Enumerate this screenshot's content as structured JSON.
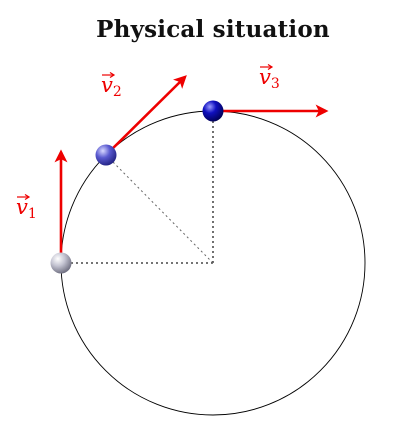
{
  "title": "Physical situation",
  "colors": {
    "vector": "#ee0000",
    "circle": "#000000",
    "guide": "#333333",
    "ball_gray": "#9a9aaa",
    "ball_blue_light": "#4a4ab8",
    "ball_blue_dark": "#0a0a9a"
  },
  "vectors": [
    {
      "symbol": "v",
      "subscript": "1"
    },
    {
      "symbol": "v",
      "subscript": "2"
    },
    {
      "symbol": "v",
      "subscript": "3"
    }
  ]
}
